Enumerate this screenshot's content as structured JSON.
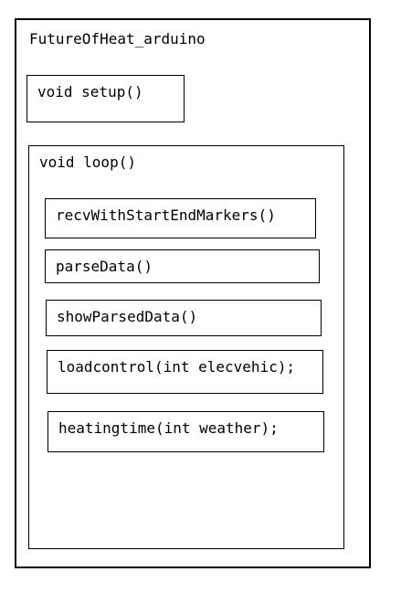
{
  "diagram": {
    "outer_title": "FutureOfHeat_arduino",
    "setup_label": "void setup()",
    "loop_label": "void loop()",
    "functions": [
      {
        "label": "recvWithStartEndMarkers()"
      },
      {
        "label": "parseData()"
      },
      {
        "label": "showParsedData()"
      },
      {
        "label": "loadcontrol(int elecvehic);"
      },
      {
        "label": "heatingtime(int weather);"
      }
    ]
  }
}
